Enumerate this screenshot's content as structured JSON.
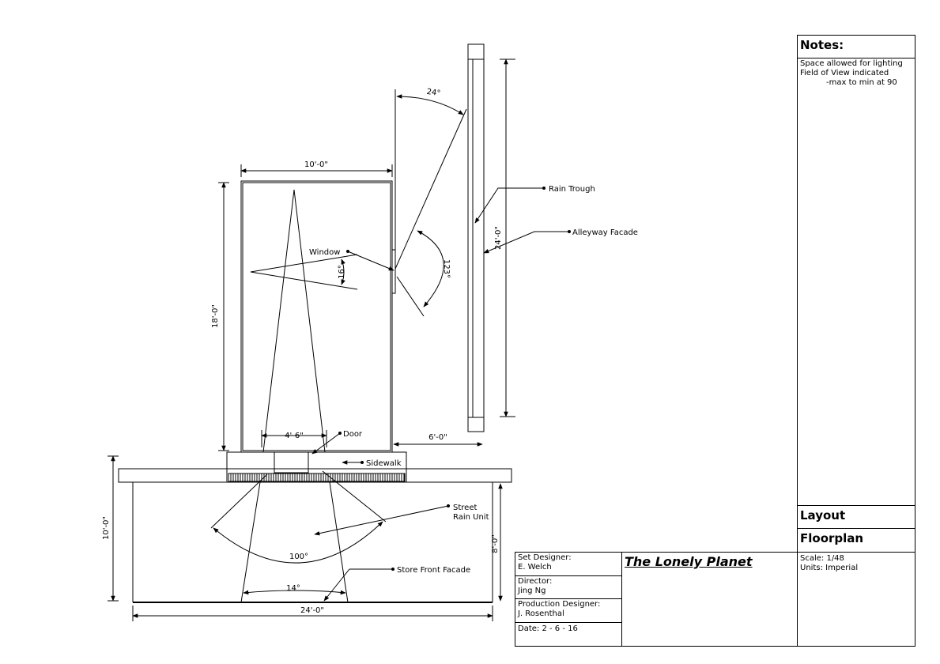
{
  "drawing": {
    "dimensions": {
      "building_width": "10'-0\"",
      "building_depth": "18'-0\"",
      "door_width": "4'-6\"",
      "alley_gap": "6'-0\"",
      "alley_length": "24'-0\"",
      "street_depth": "10'-0\"",
      "street_right_depth": "8'-0\"",
      "street_width": "24'-0\""
    },
    "angles": {
      "top": "24°",
      "window_fov": "16°",
      "alley_fov": "123°",
      "street_fov": "100°",
      "storefront_fov": "14°"
    },
    "labels": {
      "window": "Window",
      "door": "Door",
      "sidewalk": "Sidewalk",
      "rain_trough": "Rain Trough",
      "alleyway_facade": "Alleyway Facade",
      "street_rain_unit_line1": "Street",
      "street_rain_unit_line2": "Rain Unit",
      "store_front_facade": "Store Front Facade"
    }
  },
  "notes": {
    "heading": "Notes:",
    "lines": [
      "Space allowed for lighting",
      "Field of View indicated",
      "-max to min at 90"
    ]
  },
  "title_block": {
    "layout": "Layout",
    "floorplan": "Floorplan",
    "show_title": "The Lonely Planet",
    "set_designer_label": "Set Designer:",
    "set_designer": "E. Welch",
    "director_label": "Director:",
    "director": "Jing Ng",
    "production_designer_label": "Production Designer:",
    "production_designer": "J. Rosenthal",
    "date": "Date: 2 - 6 - 16",
    "scale": "Scale: 1/48",
    "units": "Units: Imperial"
  }
}
